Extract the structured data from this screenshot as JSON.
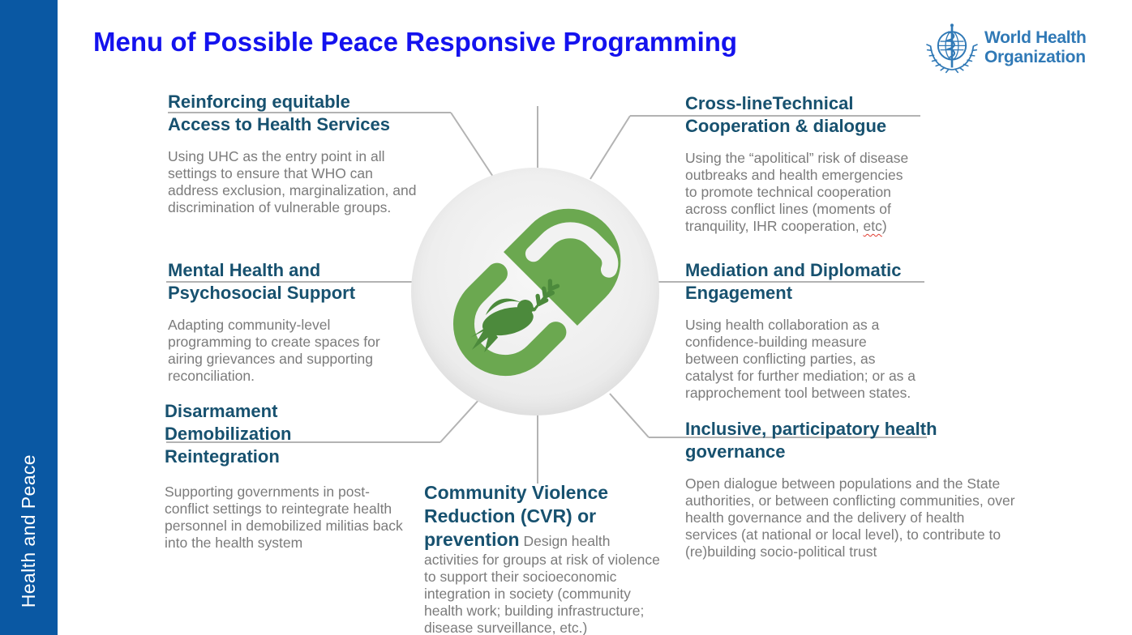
{
  "slide": {
    "title": "Menu of Possible Peace Responsive Programming",
    "sidebar_label": "Health and Peace"
  },
  "logo": {
    "org_name": "World Health Organization",
    "text": "World Health\nOrganization"
  },
  "icons": {
    "logo_emblem": "who-laurel-globe-staff-emblem",
    "center": "open-pill-capsule-with-peace-dove-and-olive-branch"
  },
  "colors": {
    "title_blue": "#1412EE",
    "heading_teal": "#17516F",
    "body_gray": "#7B7B7B",
    "sidebar_blue": "#0A58A3",
    "logo_blue": "#3079B6",
    "capsule_green": "#6BA850",
    "dove_green": "#4C8A3C",
    "connector_gray": "#B3B3B3",
    "spellcheck_red": "#E03C31"
  },
  "items": {
    "top_left": {
      "heading": "Reinforcing equitable\nAccess to Health Services",
      "body": "Using UHC as the entry point in all\nsettings to ensure that WHO can\naddress exclusion, marginalization, and\ndiscrimination of vulnerable groups."
    },
    "mid_left": {
      "heading": "Mental Health and\nPsychosocial Support",
      "body": "Adapting community-level\nprogramming to create spaces for\nairing grievances and supporting\nreconciliation."
    },
    "bottom_left": {
      "heading": "Disarmament\nDemobilization\nReintegration",
      "body": "Supporting governments in post-\nconflict settings to reintegrate health\npersonnel in demobilized militias back\ninto the health system"
    },
    "top_right": {
      "heading": "Cross-lineTechnical\nCooperation & dialogue",
      "body_before": "Using the “apolitical” risk of disease\noutbreaks and health emergencies\nto promote technical cooperation\nacross conflict lines (moments of\ntranquility, IHR cooperation, ",
      "spellcheck_word": "etc",
      "body_after": ")"
    },
    "mid_right": {
      "heading": "Mediation and Diplomatic\nEngagement",
      "body": "Using health collaboration as a\nconfidence-building measure\nbetween conflicting parties, as\ncatalyst for further mediation; or as a\nrapprochement tool between states."
    },
    "bottom_right": {
      "heading": "Inclusive, participatory health\ngovernance",
      "body": "Open dialogue between populations and the State\nauthorities, or between conflicting communities, over\nhealth governance and the delivery of health\nservices (at national or local level), to contribute to\n(re)building socio-political trust"
    },
    "bottom_center": {
      "heading": "Community Violence\nReduction (CVR) or\nprevention",
      "body": "Design health\nactivities for groups at risk of violence\nto support their socioeconomic\nintegration in society (community\nhealth work; building infrastructure;\ndisease surveillance, etc.)"
    }
  }
}
